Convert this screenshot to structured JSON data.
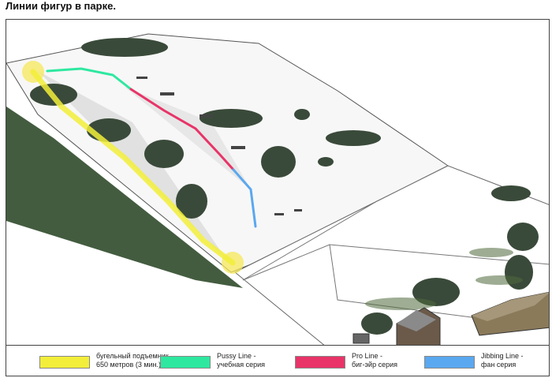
{
  "title": "Линии фигур в парке.",
  "colors": {
    "lift": "#f2ee3a",
    "pussy": "#2ee8a0",
    "pro": "#e83468",
    "jibbing": "#5aa8ef"
  },
  "legend": [
    {
      "line1": "бугельный подъемник",
      "line2": "650 метров (3 мин.)",
      "color": "#f2ee3a"
    },
    {
      "line1": "Pussy Line -",
      "line2": "учебная серия",
      "color": "#2ee8a0"
    },
    {
      "line1": "Pro Line -",
      "line2": "биг-эйр серия",
      "color": "#e83468"
    },
    {
      "line1": "Jibbing Line -",
      "line2": "фан серия",
      "color": "#5aa8ef"
    }
  ]
}
